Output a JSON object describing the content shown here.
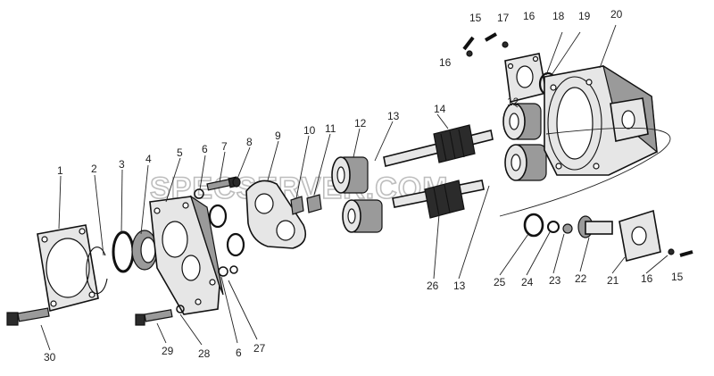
{
  "watermark": "SPECSERVER.COM",
  "labels": {
    "l1": "1",
    "l2": "2",
    "l3": "3",
    "l4": "4",
    "l5": "5",
    "l6a": "6",
    "l6b": "6",
    "l7": "7",
    "l8": "8",
    "l9": "9",
    "l10": "10",
    "l11": "11",
    "l12a": "12",
    "l12b": "12",
    "l13a": "13",
    "l13b": "13",
    "l14": "14",
    "l15a": "15",
    "l15b": "15",
    "l16a": "16",
    "l16b": "16",
    "l16c": "16",
    "l17": "17",
    "l18": "18",
    "l19": "19",
    "l20": "20",
    "l21": "21",
    "l22": "22",
    "l23": "23",
    "l24": "24",
    "l25": "25",
    "l26": "26",
    "l27": "27",
    "l28": "28",
    "l29": "29",
    "l30": "30"
  }
}
